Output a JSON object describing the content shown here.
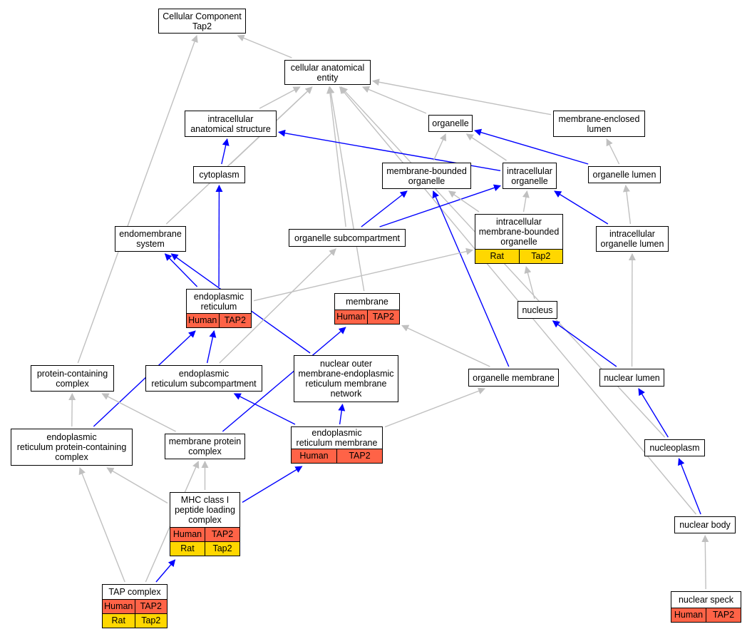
{
  "graph": {
    "colors": {
      "is_a": "#c0c0c0",
      "part_of": "#0000ff",
      "human_cell": "#ff6347",
      "rat_cell": "#ffd700"
    },
    "nodes": {
      "cc": {
        "label": "Cellular Component\nTap2"
      },
      "cae": {
        "label": "cellular anatomical\nentity"
      },
      "ias": {
        "label": "intracellular\nanatomical structure"
      },
      "organelle": {
        "label": "organelle"
      },
      "mel": {
        "label": "membrane-enclosed\nlumen"
      },
      "cytoplasm": {
        "label": "cytoplasm"
      },
      "mbo": {
        "label": "membrane-bounded\norganelle"
      },
      "io": {
        "label": "intracellular\norganelle"
      },
      "ol": {
        "label": "organelle lumen"
      },
      "ems": {
        "label": "endomembrane\nsystem"
      },
      "osc": {
        "label": "organelle subcompartment"
      },
      "imbo": {
        "label": "intracellular\nmembrane-bounded\norganelle",
        "rows": [
          [
            "Rat",
            "Tap2"
          ]
        ]
      },
      "iol": {
        "label": "intracellular\norganelle lumen"
      },
      "er": {
        "label": "endoplasmic\nreticulum",
        "rows": [
          [
            "Human",
            "TAP2"
          ]
        ]
      },
      "membrane": {
        "label": "membrane",
        "rows": [
          [
            "Human",
            "TAP2"
          ]
        ]
      },
      "nucleus": {
        "label": "nucleus"
      },
      "pcc": {
        "label": "protein-containing\ncomplex"
      },
      "ersc": {
        "label": "endoplasmic\nreticulum subcompartment"
      },
      "nomer": {
        "label": "nuclear outer\nmembrane-endoplasmic\nreticulum membrane\nnetwork"
      },
      "om": {
        "label": "organelle membrane"
      },
      "nl": {
        "label": "nuclear lumen"
      },
      "erpcc": {
        "label": "endoplasmic\nreticulum protein-containing\ncomplex"
      },
      "mpc": {
        "label": "membrane protein\ncomplex"
      },
      "erm": {
        "label": "endoplasmic\nreticulum membrane",
        "rows": [
          [
            "Human",
            "TAP2"
          ]
        ]
      },
      "np": {
        "label": "nucleoplasm"
      },
      "mhc": {
        "label": "MHC class I\npeptide loading\ncomplex",
        "rows": [
          [
            "Human",
            "TAP2"
          ],
          [
            "Rat",
            "Tap2"
          ]
        ]
      },
      "nb": {
        "label": "nuclear body"
      },
      "tap": {
        "label": "TAP complex",
        "rows": [
          [
            "Human",
            "TAP2"
          ],
          [
            "Rat",
            "Tap2"
          ]
        ]
      },
      "ns": {
        "label": "nuclear speck",
        "rows": [
          [
            "Human",
            "TAP2"
          ]
        ]
      }
    },
    "edges": [
      [
        "cae",
        "cc",
        "is_a"
      ],
      [
        "pcc",
        "cc",
        "is_a"
      ],
      [
        "ias",
        "cae",
        "is_a"
      ],
      [
        "organelle",
        "cae",
        "is_a"
      ],
      [
        "mel",
        "cae",
        "is_a"
      ],
      [
        "cytoplasm",
        "cae",
        "is_a"
      ],
      [
        "ems",
        "cae",
        "is_a"
      ],
      [
        "osc",
        "cae",
        "is_a"
      ],
      [
        "membrane",
        "cae",
        "is_a"
      ],
      [
        "np",
        "cae",
        "is_a"
      ],
      [
        "nb",
        "cae",
        "is_a"
      ],
      [
        "cytoplasm",
        "ias",
        "part_of"
      ],
      [
        "io",
        "ias",
        "part_of"
      ],
      [
        "mbo",
        "organelle",
        "is_a"
      ],
      [
        "io",
        "organelle",
        "is_a"
      ],
      [
        "ol",
        "organelle",
        "part_of"
      ],
      [
        "ol",
        "mel",
        "is_a"
      ],
      [
        "imbo",
        "io",
        "is_a"
      ],
      [
        "iol",
        "io",
        "part_of"
      ],
      [
        "iol",
        "ol",
        "is_a"
      ],
      [
        "osc",
        "mbo",
        "part_of"
      ],
      [
        "osc",
        "io",
        "part_of"
      ],
      [
        "imbo",
        "mbo",
        "is_a"
      ],
      [
        "om",
        "mbo",
        "part_of"
      ],
      [
        "er",
        "ems",
        "part_of"
      ],
      [
        "er",
        "cytoplasm",
        "part_of"
      ],
      [
        "er",
        "imbo",
        "is_a"
      ],
      [
        "nucleus",
        "imbo",
        "is_a"
      ],
      [
        "nl",
        "nucleus",
        "part_of"
      ],
      [
        "nl",
        "iol",
        "is_a"
      ],
      [
        "np",
        "nl",
        "part_of"
      ],
      [
        "nomer",
        "ems",
        "part_of"
      ],
      [
        "ersc",
        "er",
        "part_of"
      ],
      [
        "ersc",
        "osc",
        "is_a"
      ],
      [
        "erpcc",
        "er",
        "part_of"
      ],
      [
        "om",
        "membrane",
        "is_a"
      ],
      [
        "mpc",
        "membrane",
        "part_of"
      ],
      [
        "erm",
        "ersc",
        "part_of"
      ],
      [
        "erm",
        "nomer",
        "part_of"
      ],
      [
        "erm",
        "om",
        "is_a"
      ],
      [
        "erpcc",
        "pcc",
        "is_a"
      ],
      [
        "mpc",
        "pcc",
        "is_a"
      ],
      [
        "mhc",
        "erpcc",
        "is_a"
      ],
      [
        "mhc",
        "mpc",
        "is_a"
      ],
      [
        "mhc",
        "erm",
        "part_of"
      ],
      [
        "tap",
        "erpcc",
        "is_a"
      ],
      [
        "tap",
        "mpc",
        "is_a"
      ],
      [
        "tap",
        "mhc",
        "part_of"
      ],
      [
        "nb",
        "np",
        "part_of"
      ],
      [
        "ns",
        "nb",
        "is_a"
      ]
    ]
  }
}
